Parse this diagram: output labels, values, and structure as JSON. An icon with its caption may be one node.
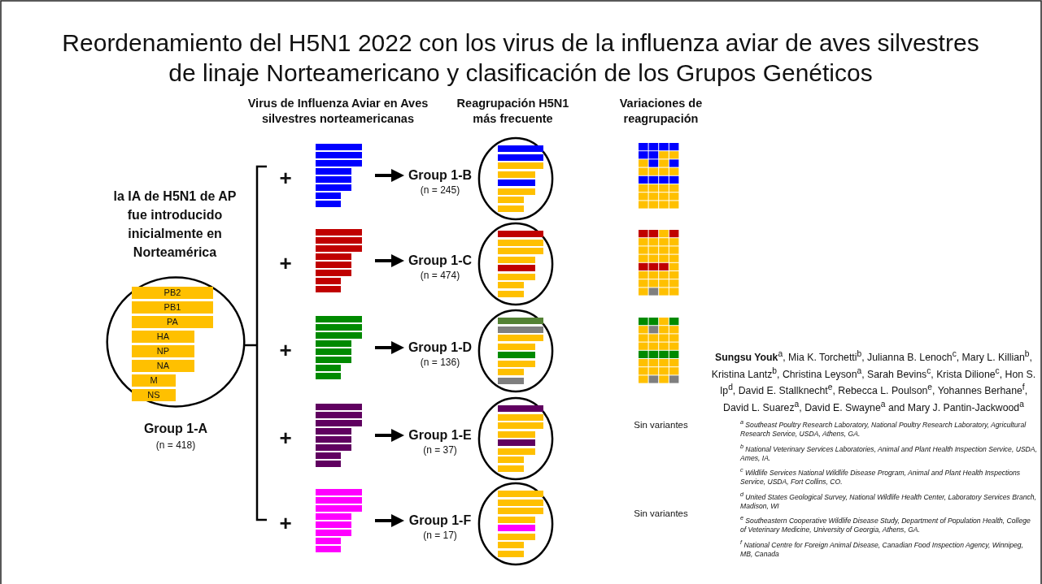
{
  "diagram": {
    "title": "Reordenamiento del H5N1 2022 con los virus de la influenza aviar de aves silvestres de linaje Norteamericano y clasificación de los Grupos Genéticos",
    "nodes": [
      {
        "text": [],
        "shape": "circle",
        "beside": [
          "Group 1-A",
          "(n = 418)"
        ]
      },
      {
        "text": [
          "PB2"
        ],
        "in": 0
      },
      {
        "text": [
          "PB1"
        ],
        "in": 0
      },
      {
        "text": [
          "PA"
        ],
        "in": 0
      },
      {
        "text": [
          "HA"
        ],
        "in": 0
      },
      {
        "text": [
          "NP"
        ],
        "in": 0
      },
      {
        "text": [
          "NA"
        ],
        "in": 0
      },
      {
        "text": [
          "M"
        ],
        "in": 0
      },
      {
        "text": [
          "NS"
        ],
        "in": 0
      },
      {
        "text": [],
        "shape": "bar"
      },
      {
        "text": [
          "Group 1-B",
          "(n = 245)"
        ]
      },
      {
        "text": [],
        "shape": "circle"
      },
      {
        "text": [],
        "shape": "bar"
      },
      {
        "text": [
          "Group 1-C",
          "(n = 474)"
        ]
      },
      {
        "text": [],
        "shape": "circle"
      },
      {
        "text": [],
        "shape": "bar"
      },
      {
        "text": [
          "Group 1-D",
          "(n = 136)"
        ]
      },
      {
        "text": [],
        "shape": "circle"
      },
      {
        "text": [],
        "shape": "bar"
      },
      {
        "text": [
          "Group 1-E",
          "(n = 37)"
        ]
      },
      {
        "text": [],
        "shape": "circle"
      },
      {
        "text": [],
        "shape": "bar"
      },
      {
        "text": [
          "Group 1-F",
          "(n = 17)"
        ]
      },
      {
        "text": [],
        "shape": "circle"
      }
    ],
    "edges": [
      {
        "from": 9,
        "to": 10,
        "arrow": "to"
      },
      {
        "from": 12,
        "to": 13,
        "arrow": "to"
      },
      {
        "from": 15,
        "to": 16,
        "arrow": "to"
      },
      {
        "from": 18,
        "to": 19,
        "arrow": "to"
      },
      {
        "from": 21,
        "to": 22,
        "arrow": "to"
      }
    ],
    "labels": [
      "Virus de Influenza Aviar en Aves silvestres norteamericanas",
      "Reagrupación H5N1 más frecuente",
      "Variaciones de reagrupación",
      "la IA de H5N1 de AP fue introducido inicialmente en Norteamérica",
      "+",
      "+",
      "+",
      "+",
      "+",
      "Sin variantes",
      "Sin variantes",
      "**Sungsu Youk**$^{a}$, Mia K. Torchetti$^{b}$, Julianna B. Lenoch$^{c}$, Mary L. Killian$^{b}$, Kristina Lantz$^{b}$, Christina Leyson$^{a}$, Sarah Bevins$^{c}$, Krista Dilione$^{c}$, Hon S. Ip$^{d}$, David E. Stallknecht$^{e}$, Rebecca L. Poulson$^{e}$, Yohannes Berhane$^{f}$, David L. Suarez$^{a}$, David E. Swayne$^{a}$ and Mary J. Pantin-Jackwood$^{a}$",
      "$^{a}$ Southeast Poultry Research Laboratory, National Poultry Research Laboratory, Agricultural Research Service, USDA, Athens, GA.",
      "$^{b}$ National Veterinary Services Laboratories, Animal and Plant Health Inspection Service, USDA, Ames, IA.",
      "$^{c}$ Wildlife Services National Wildlife Disease Program, Animal and Plant Health Inspections Service, USDA, Fort Collins, CO.",
      "$^{d}$ United States Geological Survey, National Wildlife Health Center, Laboratory Services Branch, Madison, WI",
      "$^{e}$ Southeastern Cooperative Wildlife Disease Study, Department of Population Health, College of Veterinary Medicine, University of Georgia, Athens, GA.",
      "$^{f}$ National Centre for Foreign Animal Disease, Canadian Food Inspection Agency, Winnipeg, MB, Canada"
    ]
  }
}
